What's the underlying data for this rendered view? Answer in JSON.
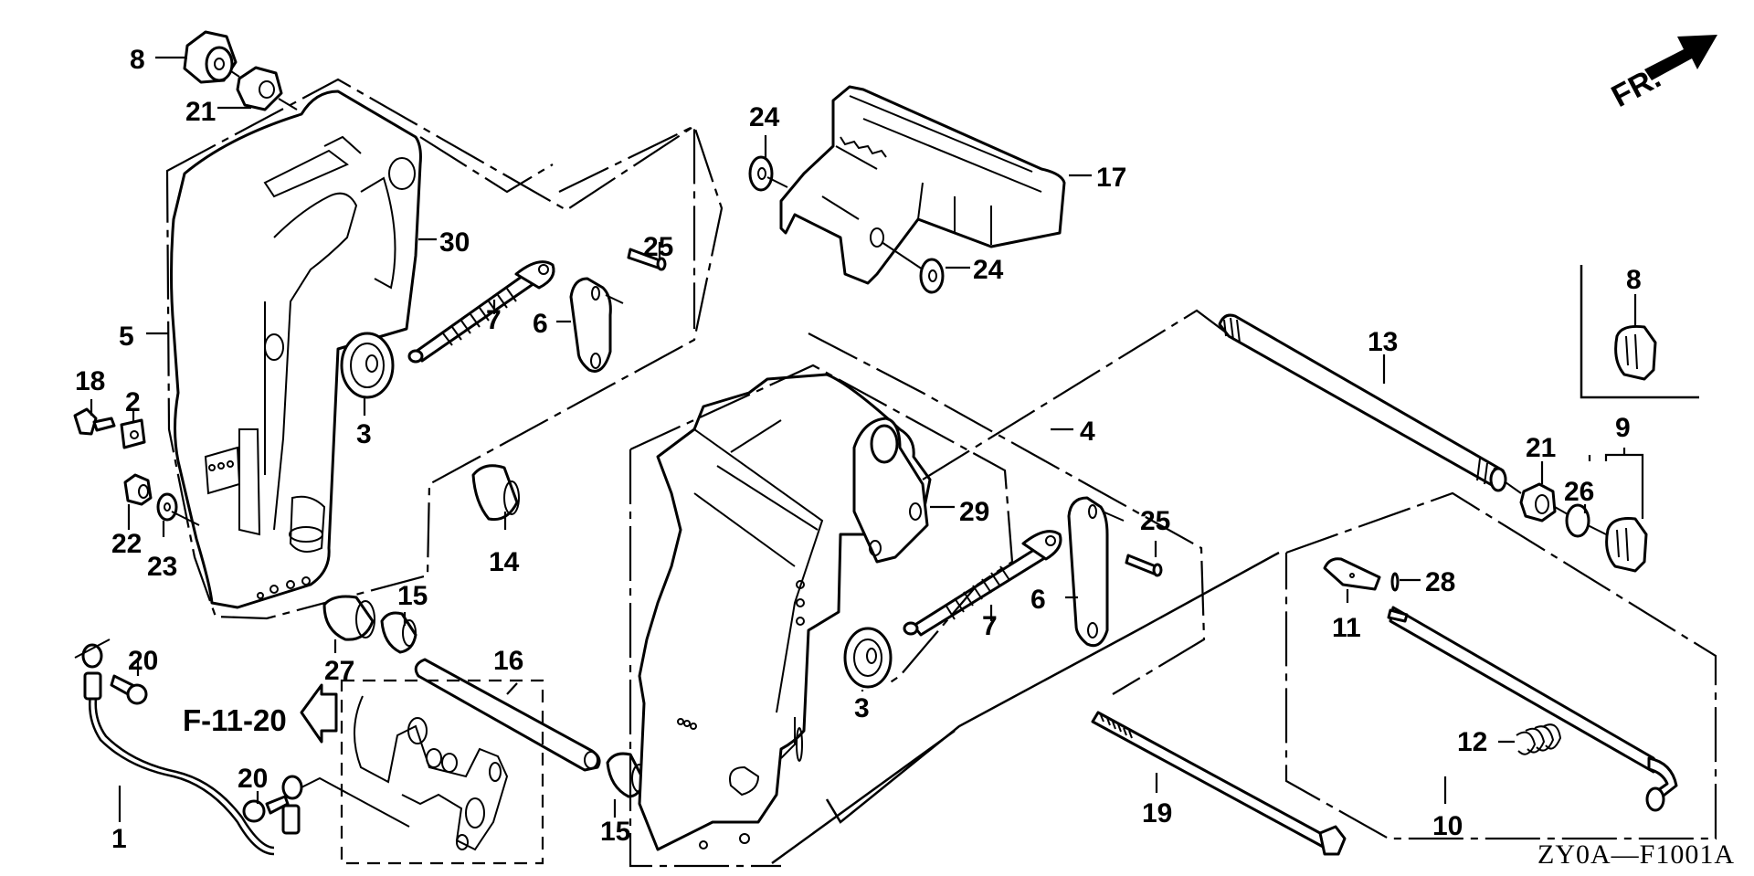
{
  "diagram": {
    "title": "Swivel case / Stern bracket exploded parts view",
    "direction_indicator": "FR.",
    "reference_link": "F-11-20",
    "figure_code": "ZY0A—F1001A",
    "callouts": [
      {
        "id": "c8a",
        "text": "8"
      },
      {
        "id": "c21a",
        "text": "21"
      },
      {
        "id": "c30",
        "text": "30"
      },
      {
        "id": "c5",
        "text": "5"
      },
      {
        "id": "c18",
        "text": "18"
      },
      {
        "id": "c2",
        "text": "2"
      },
      {
        "id": "c22",
        "text": "22"
      },
      {
        "id": "c23",
        "text": "23"
      },
      {
        "id": "c7a",
        "text": "7"
      },
      {
        "id": "c3a",
        "text": "3"
      },
      {
        "id": "c6a",
        "text": "6"
      },
      {
        "id": "c25a",
        "text": "25"
      },
      {
        "id": "c24a",
        "text": "24"
      },
      {
        "id": "c24b",
        "text": "24"
      },
      {
        "id": "c17",
        "text": "17"
      },
      {
        "id": "c14",
        "text": "14"
      },
      {
        "id": "c15a",
        "text": "15"
      },
      {
        "id": "c27",
        "text": "27"
      },
      {
        "id": "c16",
        "text": "16"
      },
      {
        "id": "c20a",
        "text": "20"
      },
      {
        "id": "c20b",
        "text": "20"
      },
      {
        "id": "c1",
        "text": "1"
      },
      {
        "id": "c15b",
        "text": "15"
      },
      {
        "id": "c4",
        "text": "4"
      },
      {
        "id": "c29",
        "text": "29"
      },
      {
        "id": "c7b",
        "text": "7"
      },
      {
        "id": "c6b",
        "text": "6"
      },
      {
        "id": "c25b",
        "text": "25"
      },
      {
        "id": "c3b",
        "text": "3"
      },
      {
        "id": "c19",
        "text": "19"
      },
      {
        "id": "c13",
        "text": "13"
      },
      {
        "id": "c8b",
        "text": "8"
      },
      {
        "id": "c21b",
        "text": "21"
      },
      {
        "id": "c9",
        "text": "9"
      },
      {
        "id": "c26",
        "text": "26"
      },
      {
        "id": "c28",
        "text": "28"
      },
      {
        "id": "c11",
        "text": "11"
      },
      {
        "id": "c12",
        "text": "12"
      },
      {
        "id": "c10",
        "text": "10"
      }
    ]
  }
}
